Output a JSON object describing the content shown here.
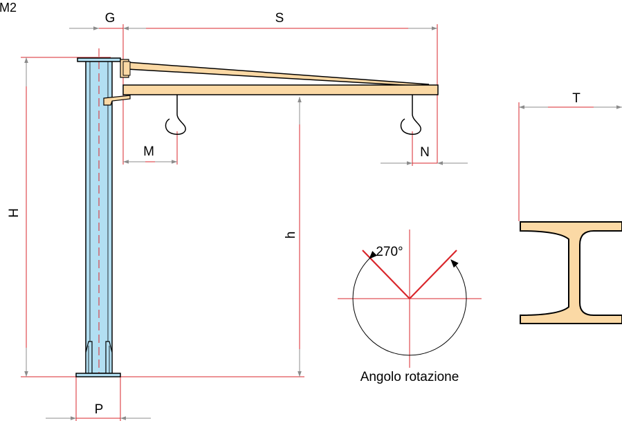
{
  "labels": {
    "model": "M2",
    "G": "G",
    "S": "S",
    "H": "H",
    "h": "h",
    "M": "M",
    "N": "N",
    "P": "P",
    "T": "T",
    "angle_value": "270°",
    "angle_caption": "Angolo rotazione"
  },
  "colors": {
    "column_fill": "#b2dff2",
    "beam_fill": "#fbd9a5",
    "dimension_line": "#d9262b",
    "outline": "#000000",
    "angle_lines": "#d9262b"
  }
}
